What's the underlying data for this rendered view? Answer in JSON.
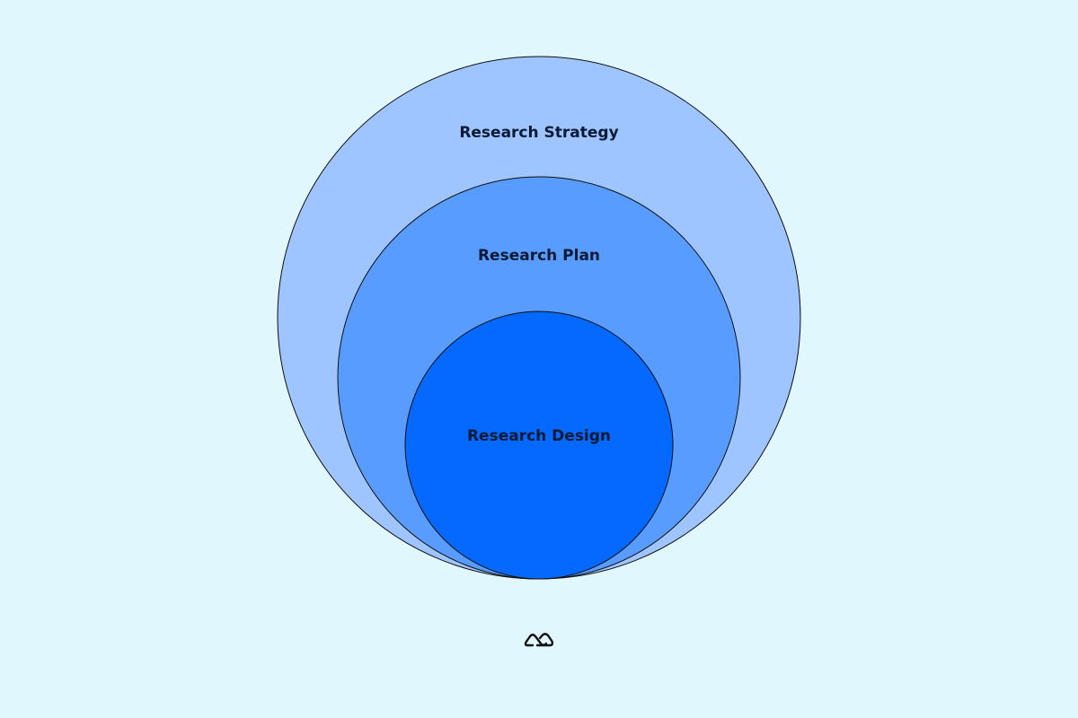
{
  "diagram": {
    "type": "nested-circles",
    "layers": [
      {
        "label": "Research Strategy",
        "color": "#9ec5ff"
      },
      {
        "label": "Research Plan",
        "color": "#599cff"
      },
      {
        "label": "Research Design",
        "color": "#0568ff"
      }
    ]
  },
  "logo": {
    "icon": "brand-logo-icon"
  }
}
